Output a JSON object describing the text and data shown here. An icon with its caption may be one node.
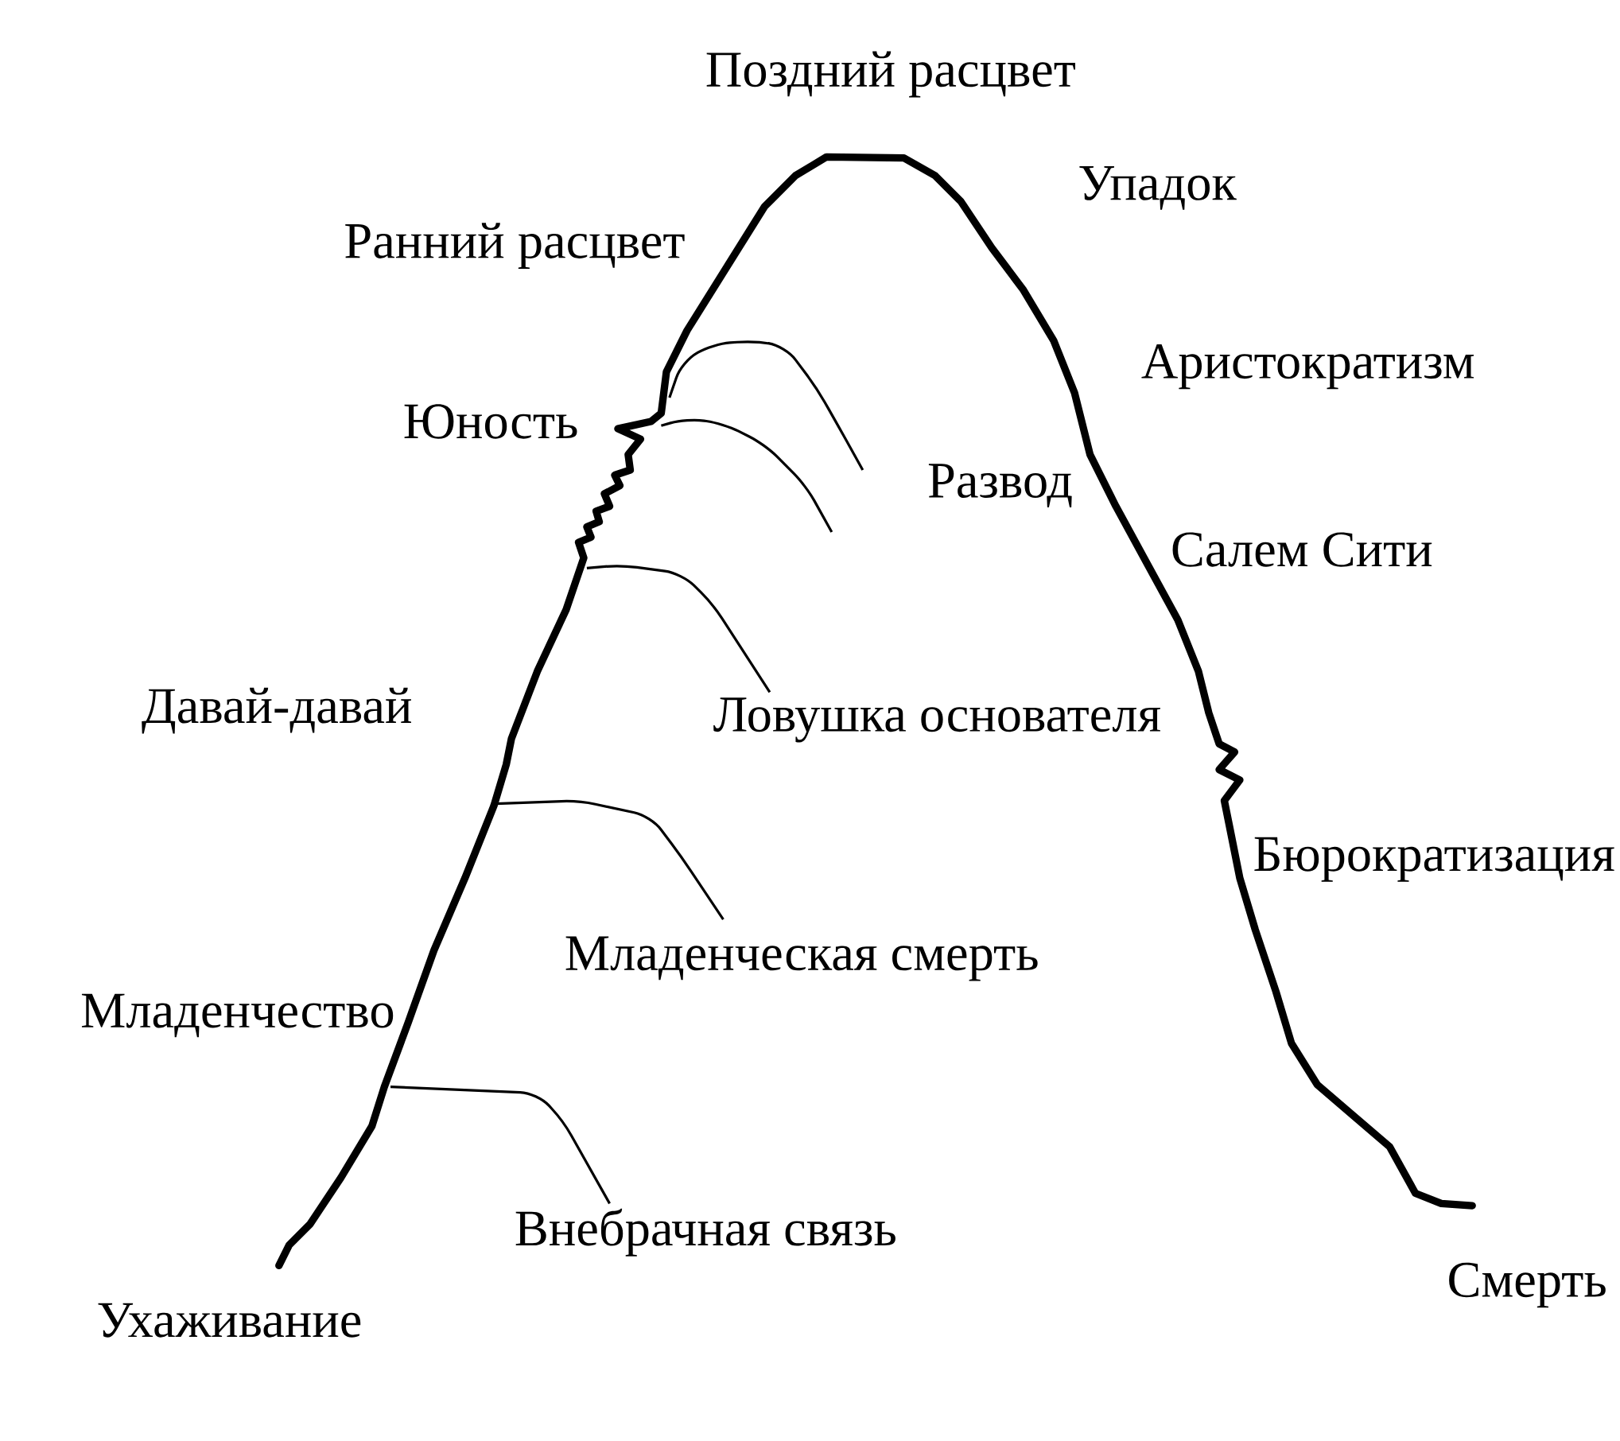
{
  "diagram": {
    "labels": [
      "Поздний расцвет",
      "Упадок",
      "Ранний расцвет",
      "Аристократизм",
      "Юность",
      "Развод",
      "Салем Сити",
      "Давай-давай",
      "Ловушка основателя",
      "Бюрократизация",
      "Младенческая смерть",
      "Младенчество",
      "Внебрачная связь",
      "Ухаживание",
      "Смерть"
    ]
  }
}
